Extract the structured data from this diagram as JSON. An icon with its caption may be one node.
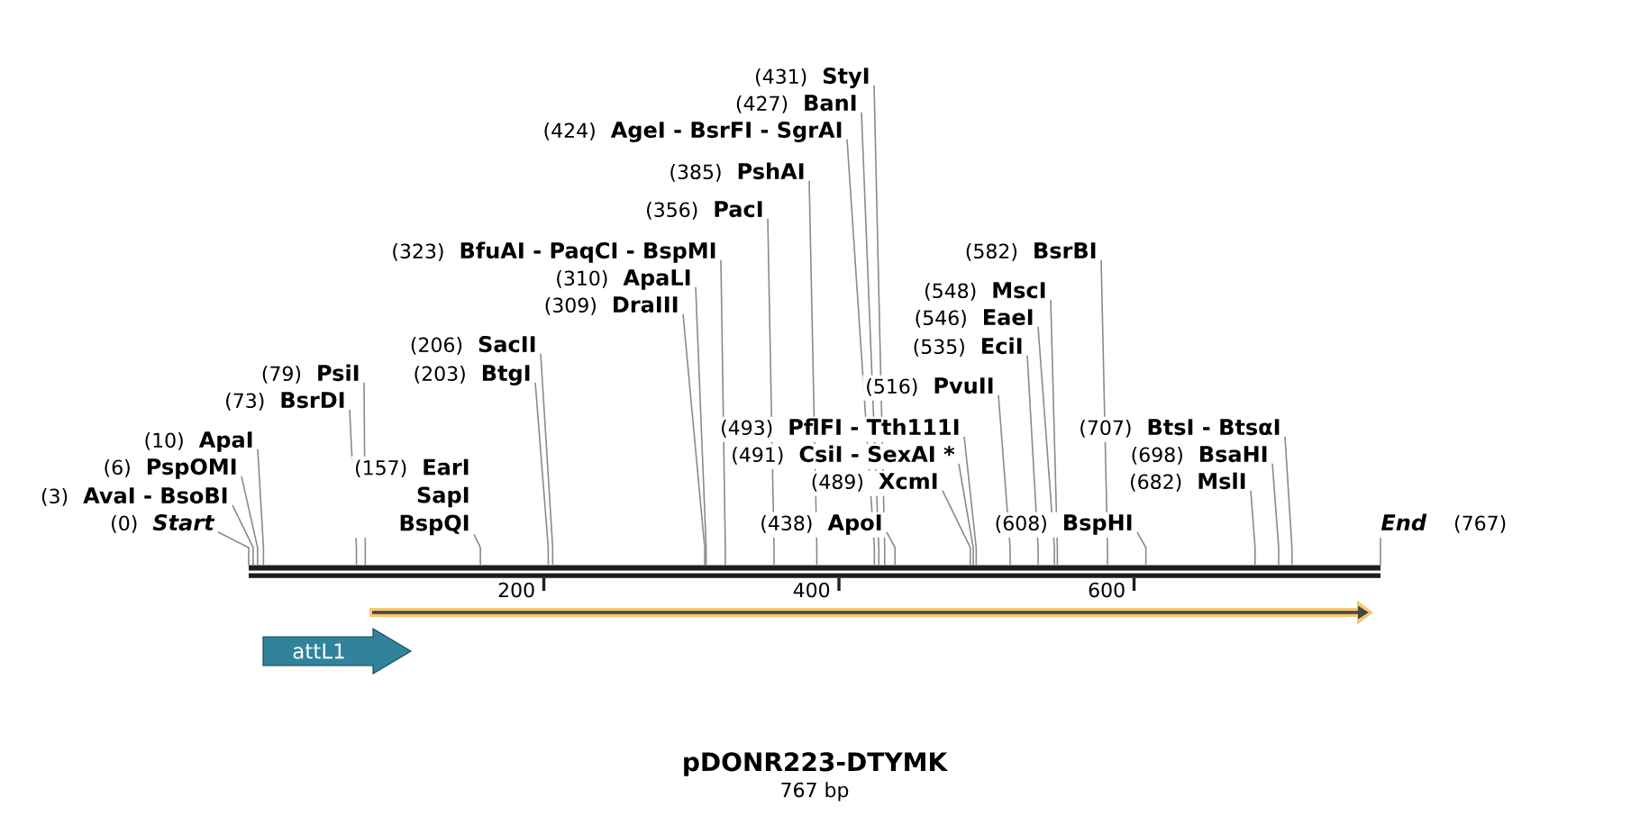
{
  "diagram": {
    "title": "pDONR223-DTYMK",
    "caption": "767 bp",
    "nodes": [
      {
        "text": [
          "(0)",
          "Start"
        ]
      },
      {
        "text": [
          "(3)",
          "AvaI - BsoBI"
        ]
      },
      {
        "text": [
          "(6)",
          "PspOMI"
        ]
      },
      {
        "text": [
          "(10)",
          "ApaI"
        ]
      },
      {
        "text": [
          "(73)",
          "BsrDI"
        ]
      },
      {
        "text": [
          "(79)",
          "PsiI"
        ]
      },
      {
        "text": [
          "(157)",
          "EarI",
          "SapI",
          "BspQI"
        ]
      },
      {
        "text": [
          "(203)",
          "BtgI"
        ]
      },
      {
        "text": [
          "(206)",
          "SacII"
        ]
      },
      {
        "text": [
          "(309)",
          "DraIII"
        ]
      },
      {
        "text": [
          "(310)",
          "ApaLI"
        ]
      },
      {
        "text": [
          "(323)",
          "BfuAI - PaqCI - BspMI"
        ]
      },
      {
        "text": [
          "(356)",
          "PacI"
        ]
      },
      {
        "text": [
          "(385)",
          "PshAI"
        ]
      },
      {
        "text": [
          "(424)",
          "AgeI - BsrFI - SgrAI"
        ]
      },
      {
        "text": [
          "(427)",
          "BanI"
        ]
      },
      {
        "text": [
          "(431)",
          "StyI"
        ]
      },
      {
        "text": [
          "(438)",
          "ApoI"
        ]
      },
      {
        "text": [
          "(489)",
          "XcmI"
        ]
      },
      {
        "text": [
          "(491)",
          "CsiI - SexAI *"
        ]
      },
      {
        "text": [
          "(493)",
          "PflFI - Tth111I"
        ]
      },
      {
        "text": [
          "(516)",
          "PvuII"
        ]
      },
      {
        "text": [
          "(535)",
          "EciI"
        ]
      },
      {
        "text": [
          "(546)",
          "EaeI"
        ]
      },
      {
        "text": [
          "(548)",
          "MscI"
        ]
      },
      {
        "text": [
          "(582)",
          "BsrBI"
        ]
      },
      {
        "text": [
          "(608)",
          "BspHI"
        ]
      },
      {
        "text": [
          "(682)",
          "MslI"
        ]
      },
      {
        "text": [
          "(698)",
          "BsaHI"
        ]
      },
      {
        "text": [
          "(707)",
          "BtsI - BtsαI"
        ]
      },
      {
        "text": [
          "End",
          "(767)"
        ]
      },
      {
        "text": [],
        "shape": "bar"
      },
      {
        "text": [],
        "shape": "arrow"
      },
      {
        "text": [
          "attL1"
        ]
      }
    ],
    "edges": [
      {
        "from": 0,
        "to": 31,
        "arrow": "none"
      },
      {
        "from": 1,
        "to": 31,
        "arrow": "none"
      },
      {
        "from": 2,
        "to": 31,
        "arrow": "none"
      },
      {
        "from": 3,
        "to": 31,
        "arrow": "none"
      },
      {
        "from": 4,
        "to": 31,
        "arrow": "none"
      },
      {
        "from": 5,
        "to": 31,
        "arrow": "none"
      },
      {
        "from": 6,
        "to": 31,
        "arrow": "none"
      },
      {
        "from": 7,
        "to": 31,
        "arrow": "none"
      },
      {
        "from": 8,
        "to": 31,
        "arrow": "none"
      },
      {
        "from": 9,
        "to": 31,
        "arrow": "none"
      },
      {
        "from": 10,
        "to": 31,
        "arrow": "none"
      },
      {
        "from": 11,
        "to": 31,
        "arrow": "none"
      },
      {
        "from": 12,
        "to": 31,
        "arrow": "none"
      },
      {
        "from": 13,
        "to": 31,
        "arrow": "none"
      },
      {
        "from": 14,
        "to": 31,
        "arrow": "none"
      },
      {
        "from": 15,
        "to": 31,
        "arrow": "none"
      },
      {
        "from": 16,
        "to": 31,
        "arrow": "none"
      },
      {
        "from": 17,
        "to": 31,
        "arrow": "none"
      },
      {
        "from": 18,
        "to": 31,
        "arrow": "none"
      },
      {
        "from": 19,
        "to": 31,
        "arrow": "none"
      },
      {
        "from": 20,
        "to": 31,
        "arrow": "none"
      },
      {
        "from": 21,
        "to": 31,
        "arrow": "none"
      },
      {
        "from": 22,
        "to": 31,
        "arrow": "none"
      },
      {
        "from": 23,
        "to": 31,
        "arrow": "none"
      },
      {
        "from": 24,
        "to": 31,
        "arrow": "none"
      },
      {
        "from": 25,
        "to": 31,
        "arrow": "none"
      },
      {
        "from": 26,
        "to": 31,
        "arrow": "none"
      },
      {
        "from": 27,
        "to": 31,
        "arrow": "none"
      },
      {
        "from": 28,
        "to": 31,
        "arrow": "none"
      },
      {
        "from": 29,
        "to": 31,
        "arrow": "none"
      },
      {
        "from": 30,
        "to": 31,
        "arrow": "none"
      }
    ],
    "labels": [
      "200",
      "400",
      "600"
    ]
  }
}
